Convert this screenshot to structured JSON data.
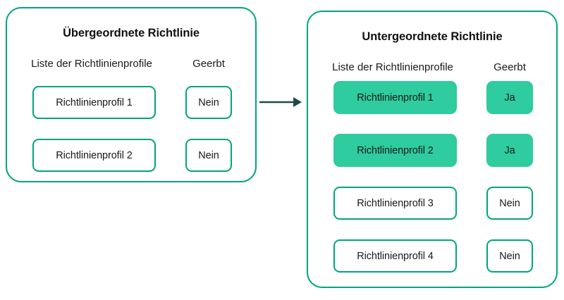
{
  "colors": {
    "panel_border": "#00a57e",
    "box_border": "#00a57e",
    "box_fill_highlight": "#2ecc9e",
    "arrow": "#1f4b47",
    "text": "#1a1a1a"
  },
  "arrow": {
    "icon": "arrow-right-icon",
    "direction": "right"
  },
  "panels": [
    {
      "id": "parent-policy",
      "title": "Übergeordnete Richtlinie",
      "columns": {
        "profiles": "Liste der Richtlinienprofile",
        "inherited": "Geerbt"
      },
      "rows": [
        {
          "profile": "Richtlinienprofil 1",
          "inherited": "Nein",
          "highlighted": false
        },
        {
          "profile": "Richtlinienprofil 2",
          "inherited": "Nein",
          "highlighted": false
        }
      ]
    },
    {
      "id": "child-policy",
      "title": "Untergeordnete Richtlinie",
      "columns": {
        "profiles": "Liste der Richtlinienprofile",
        "inherited": "Geerbt"
      },
      "rows": [
        {
          "profile": "Richtlinienprofil 1",
          "inherited": "Ja",
          "highlighted": true
        },
        {
          "profile": "Richtlinienprofil 2",
          "inherited": "Ja",
          "highlighted": true
        },
        {
          "profile": "Richtlinienprofil 3",
          "inherited": "Nein",
          "highlighted": false
        },
        {
          "profile": "Richtlinienprofil 4",
          "inherited": "Nein",
          "highlighted": false
        }
      ]
    }
  ]
}
